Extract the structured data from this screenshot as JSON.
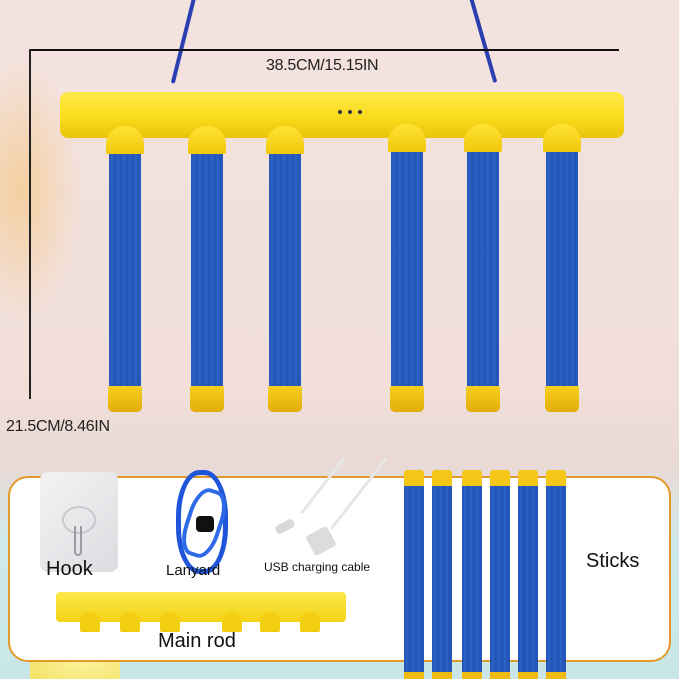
{
  "product": {
    "main_image": {
      "width_dimension": "38.5CM/15.15IN",
      "height_dimension": "21.5CM/8.46IN",
      "stick_count": 6
    },
    "accessories_panel": {
      "items": [
        {
          "label": "Hook",
          "icon": "adhesive-hook-icon"
        },
        {
          "label": "Lanyard",
          "icon": "lanyard-icon"
        },
        {
          "label": "USB charging cable",
          "icon": "usb-cable-icon"
        },
        {
          "label": "Main rod",
          "icon": "main-rod-icon"
        },
        {
          "label": "Sticks",
          "icon": "sticks-icon"
        }
      ],
      "border_color": "#e39a2b"
    },
    "colors": {
      "rod_yellow": "#f9dc1a",
      "foam_blue": "#2456b8",
      "rope_blue": "#2a3fb0"
    }
  }
}
